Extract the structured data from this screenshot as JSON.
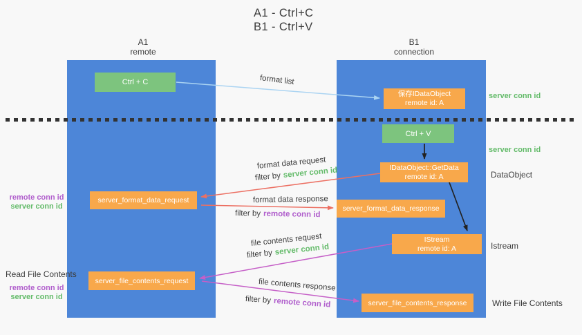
{
  "colors": {
    "background": "#f8f8f8",
    "lane-blue": "#4d86d8",
    "node-green": "#7dc47e",
    "node-orange": "#f8a84b",
    "arrow-light-blue": "#abd4f2",
    "arrow-red": "#ec7063",
    "arrow-magenta": "#c55fc7",
    "arrow-black": "#222222",
    "label-green": "#64bb6a",
    "label-purple": "#b05ecc",
    "text-dark": "#3c3c3c",
    "dash-black": "#333333"
  },
  "title": {
    "line1": "A1 - Ctrl+C",
    "line2": "B1 - Ctrl+V"
  },
  "lanes": {
    "left": {
      "name": "A1",
      "role": "remote"
    },
    "right": {
      "name": "B1",
      "role": "connection"
    }
  },
  "nodes": {
    "ctrl_c": {
      "label": "Ctrl + C"
    },
    "save_idataobject": {
      "line1": "保存IDataObject",
      "line2": "remote id: A"
    },
    "ctrl_v": {
      "label": "Ctrl + V"
    },
    "getdata": {
      "line1": "IDataObject::GetData",
      "line2": "remote id: A"
    },
    "istream": {
      "line1": "IStream",
      "line2": "remote id: A"
    },
    "format_request": {
      "label": "server_format_data_request"
    },
    "format_response": {
      "label": "server_format_data_response"
    },
    "file_request": {
      "label": "server_file_contents_request"
    },
    "file_response": {
      "label": "server_file_contents_response"
    }
  },
  "flow_labels": {
    "format_list": "format list",
    "format_data_request": "format data request",
    "format_data_response": "format data response",
    "file_contents_request": "file contents request",
    "file_contents_response": "file contents response",
    "filter_by": "filter by",
    "server_conn_id": "server conn id",
    "remote_conn_id": "remote conn id"
  },
  "side_labels": {
    "left": {
      "remote_conn_id_1": "remote conn id",
      "server_conn_id_1": "server conn id",
      "read_file": "Read File Contents",
      "remote_conn_id_2": "remote conn id",
      "server_conn_id_2": "server conn id"
    },
    "right": {
      "server_conn_id_1": "server conn id",
      "server_conn_id_2": "server conn id",
      "dataobject": "DataObject",
      "istream": "Istream",
      "write_file": "Write File Contents"
    }
  }
}
